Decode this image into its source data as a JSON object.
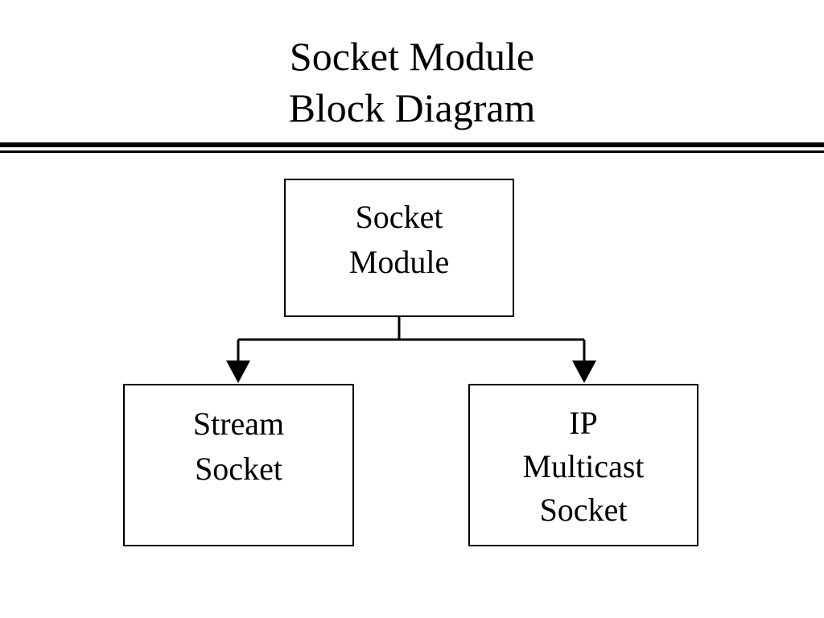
{
  "title": {
    "line1": "Socket Module",
    "line2": "Block Diagram"
  },
  "nodes": {
    "socket_module": {
      "line1": "Socket",
      "line2": "Module"
    },
    "stream_socket": {
      "line1": "Stream",
      "line2": "Socket"
    },
    "ip_multicast_socket": {
      "line1": "IP",
      "line2": "Multicast",
      "line3": "Socket"
    }
  },
  "edges": [
    {
      "from": "Socket Module",
      "to": "Stream Socket"
    },
    {
      "from": "Socket Module",
      "to": "IP Multicast Socket"
    }
  ],
  "colors": {
    "line": "#000000",
    "background": "#ffffff"
  }
}
